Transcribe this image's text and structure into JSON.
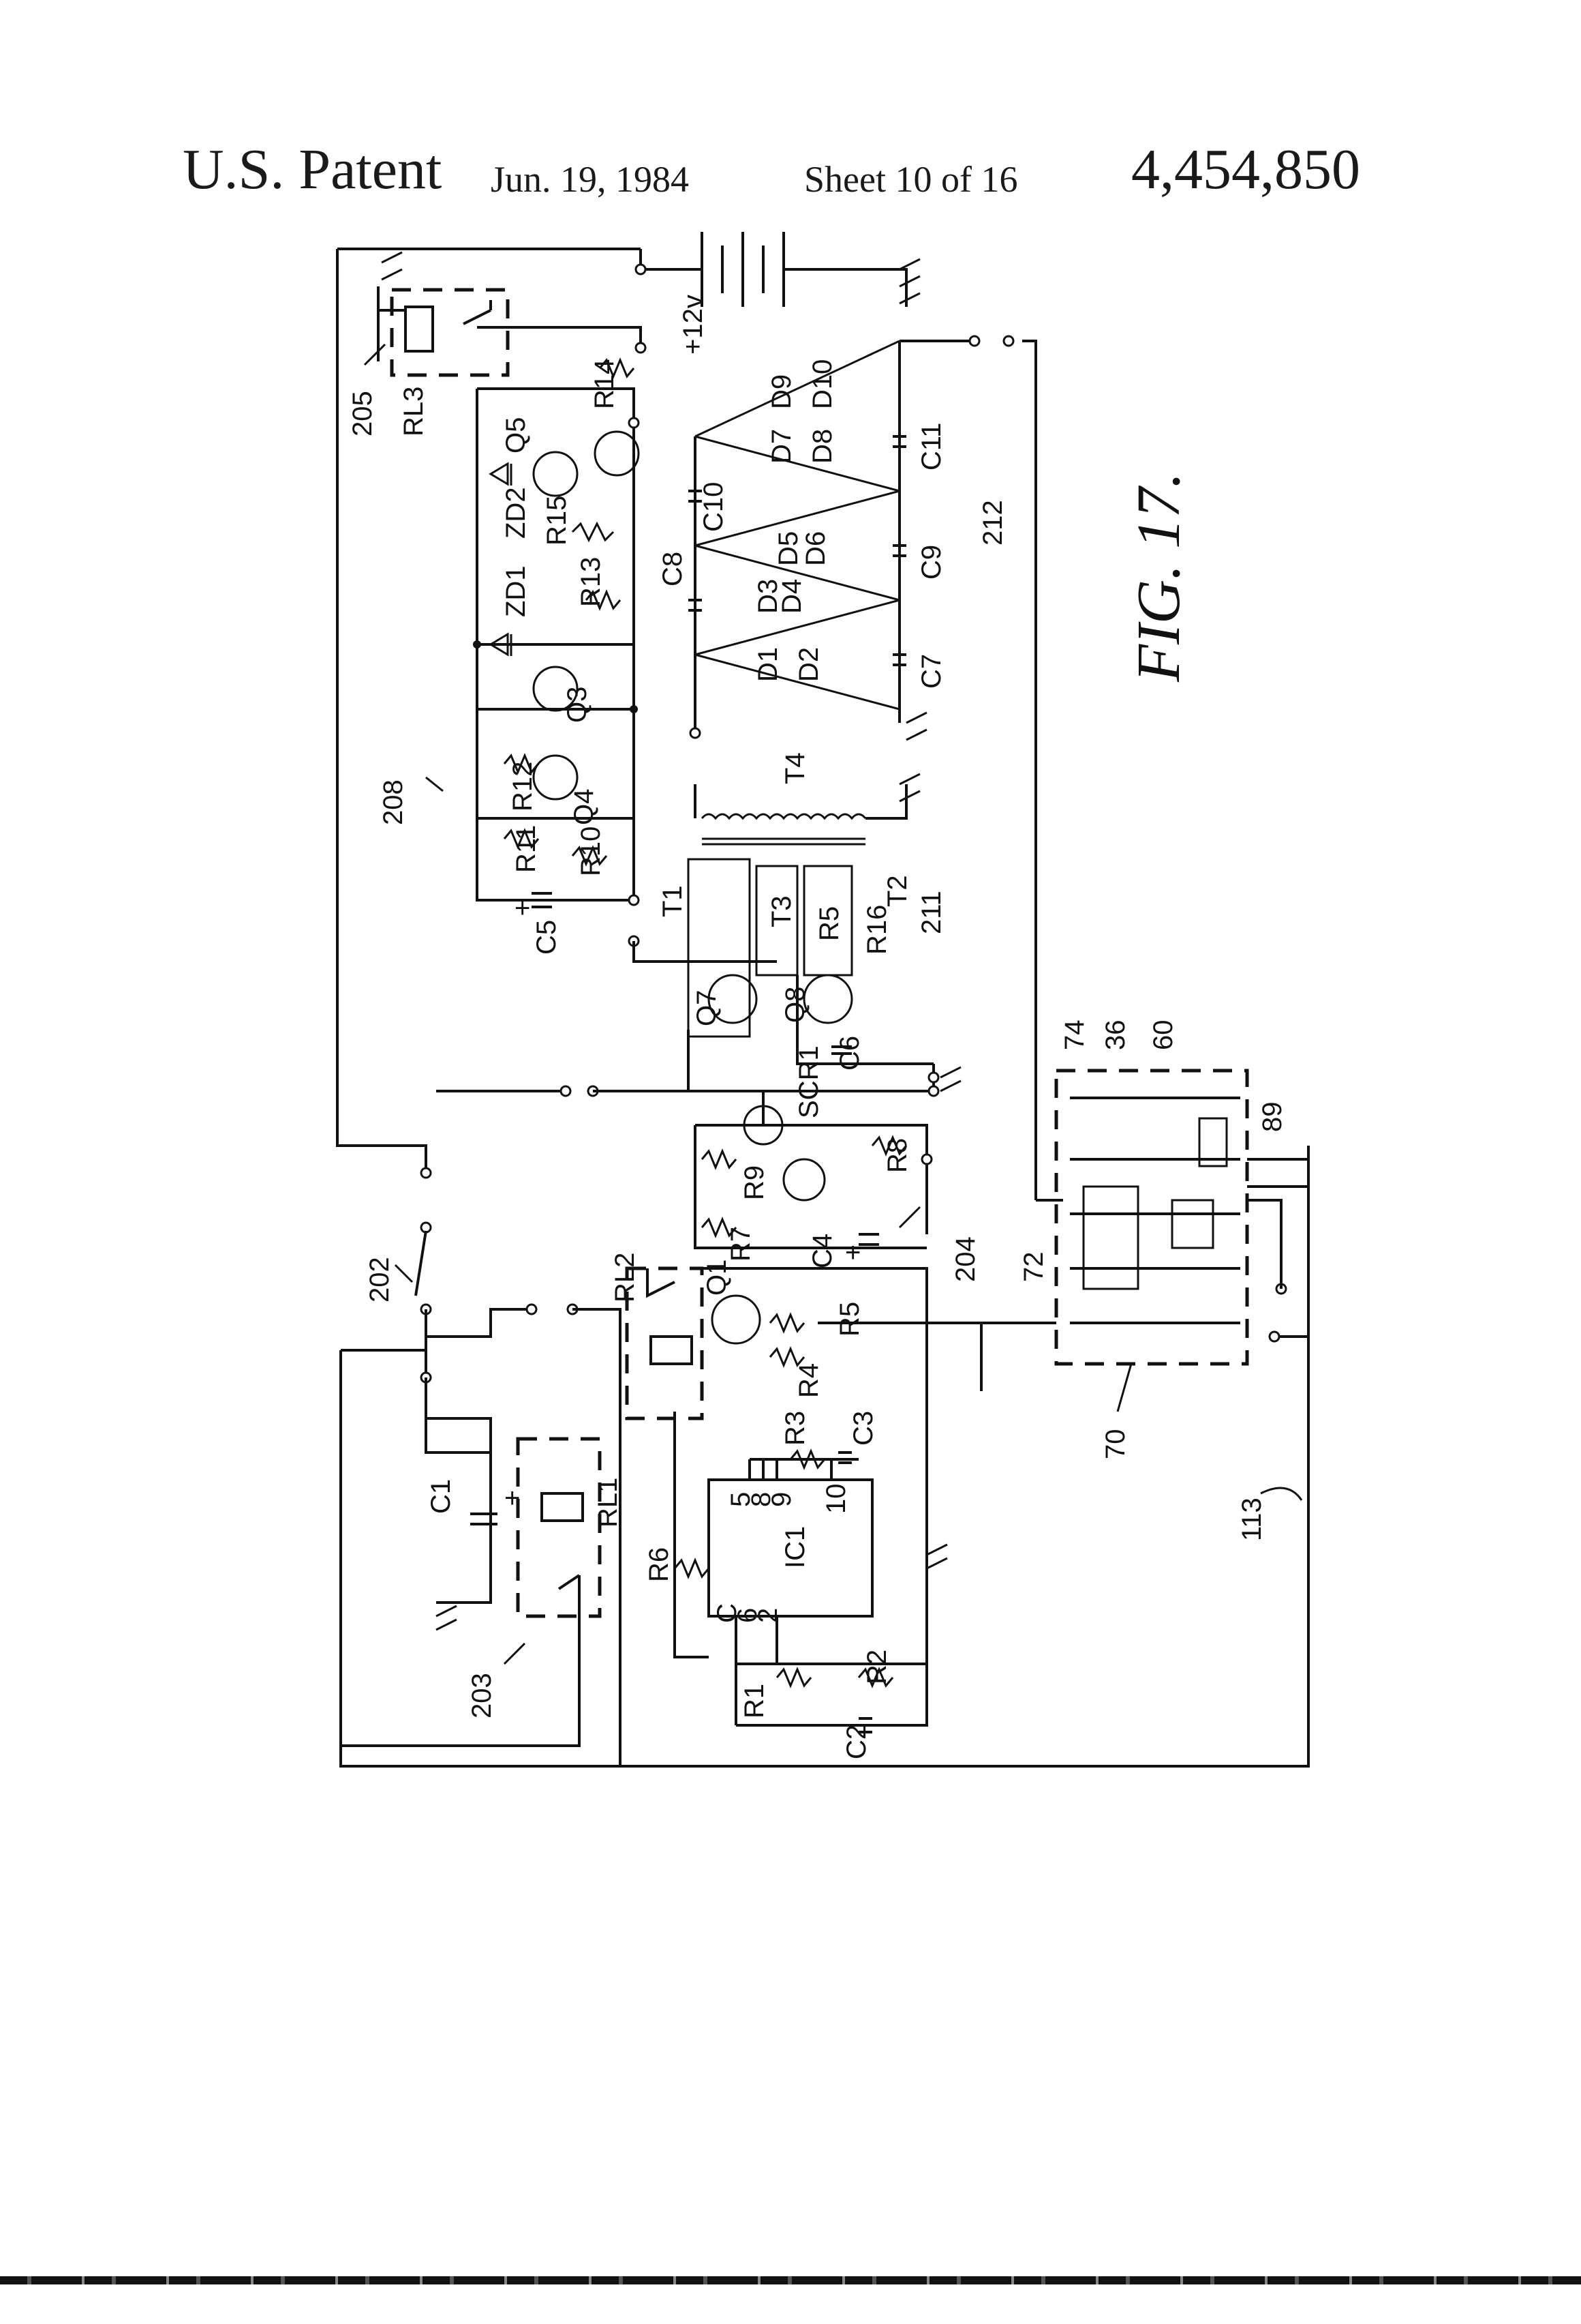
{
  "header": {
    "patent_word": "U.S. Patent",
    "date": "Jun. 19, 1984",
    "sheet": "Sheet 10 of 16",
    "patent_number": "4,454,850"
  },
  "figure": {
    "caption": "FIG. 17."
  },
  "labels": {
    "v12": "+12v",
    "rl3": "RL3",
    "ref205": "205",
    "ref208": "208",
    "ref202": "202",
    "ref203": "203",
    "ref204": "204",
    "ref211": "211",
    "ref212": "212",
    "ref113": "113",
    "ref70": "70",
    "ref72": "72",
    "ref74": "74",
    "ref36": "36",
    "ref60": "60",
    "ref89": "89",
    "zd1": "ZD1",
    "zd2": "ZD2",
    "q3": "Q3",
    "q4": "Q4",
    "q5": "Q5",
    "q7": "Q7",
    "q8": "Q8",
    "q1": "Q1",
    "r10": "R10",
    "r11": "R11",
    "r12": "R12",
    "r13": "R13",
    "r14": "R14",
    "r15": "R15",
    "r16": "R16",
    "r5a": "R5",
    "r5b": "R5",
    "r7": "R7",
    "r8": "R8",
    "r9": "R9",
    "r1": "R1",
    "r2": "R2",
    "r3": "R3",
    "r4": "R4",
    "r6": "R6",
    "c1": "C1",
    "c2": "C2",
    "c3": "C3",
    "c4": "C4",
    "c5": "C5",
    "c6": "C6",
    "c7": "C7",
    "c8": "C8",
    "c9": "C9",
    "c10": "C10",
    "c11": "C11",
    "d1": "D1",
    "d2": "D2",
    "d3": "D3",
    "d4": "D4",
    "d5": "D5",
    "d6": "D6",
    "d7": "D7",
    "d8": "D8",
    "d9": "D9",
    "d10": "D10",
    "t1": "T1",
    "t2": "T2",
    "t3": "T3",
    "t4": "T4",
    "scr1": "SCR1",
    "rl1": "RL1",
    "rl2": "RL2",
    "ic1": "IC1",
    "pin_c": "C",
    "pin6": "6",
    "pin2": "2",
    "pin5": "5",
    "pin8": "8",
    "pin9": "9",
    "pin10": "10",
    "plus_c5": "+",
    "plus_c4": "+",
    "plus_c1": "+"
  }
}
